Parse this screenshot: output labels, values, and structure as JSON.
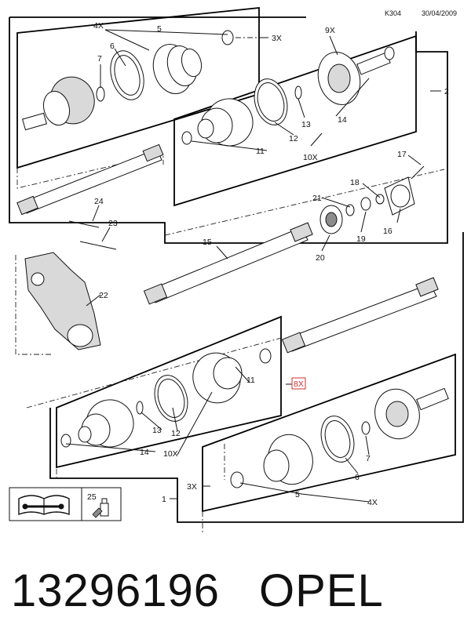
{
  "header": {
    "code": "K304",
    "date": "30/04/2009"
  },
  "callouts": {
    "c1": "1",
    "c2": "2",
    "c5a": "5",
    "c5b": "5",
    "c6a": "6",
    "c6b": "6",
    "c7a": "7",
    "c7b": "7",
    "c11a": "11",
    "c11b": "11",
    "c12a": "12",
    "c12b": "12",
    "c13a": "13",
    "c13b": "13",
    "c14a": "14",
    "c14b": "14",
    "c15": "15",
    "c16": "16",
    "c17": "17",
    "c18": "18",
    "c19": "19",
    "c20": "20",
    "c21": "21",
    "c22": "22",
    "c23": "23",
    "c24": "24",
    "c25": "25",
    "x4a": "4X",
    "x4b": "4X",
    "x3a": "3X",
    "x3b": "3X",
    "x9": "9X",
    "x10a": "10X",
    "x10b": "10X",
    "x8": "8X"
  },
  "footer": {
    "part_number": "13296196",
    "brand": "OPEL"
  },
  "colors": {
    "ink": "#111111",
    "highlight": "#d0312d",
    "shade": "#d9d9d9"
  }
}
